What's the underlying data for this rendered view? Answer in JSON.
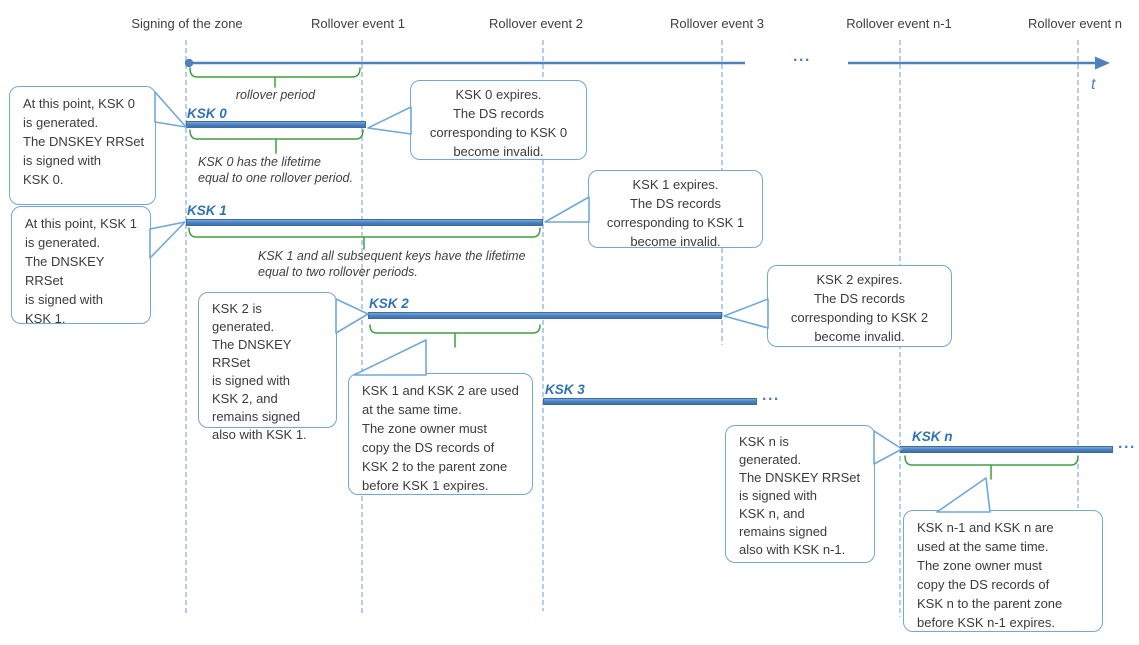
{
  "timeline": {
    "events": [
      "Signing of the zone",
      "Rollover event 1",
      "Rollover event 2",
      "Rollover event 3",
      "Rollover event n-1",
      "Rollover event n"
    ],
    "axis_label": "t",
    "ellipsis": "..."
  },
  "bars": {
    "ksk0": {
      "label": "KSK 0"
    },
    "ksk1": {
      "label": "KSK 1"
    },
    "ksk2": {
      "label": "KSK 2"
    },
    "ksk3": {
      "label": "KSK 3",
      "ellipsis": "..."
    },
    "kskn": {
      "label": "KSK n",
      "ellipsis": "..."
    }
  },
  "captions": {
    "rollover_period": "rollover period",
    "ksk0_lifetime": "KSK 0 has the lifetime\nequal to one rollover period.",
    "ksk1_lifetime": "KSK 1 and all subsequent keys have the lifetime\nequal to two rollover periods."
  },
  "callouts": {
    "ksk0_generated": "At this point, KSK 0\nis generated.\nThe DNSKEY RRSet\nis signed with\nKSK 0.",
    "ksk0_expires": "KSK 0 expires.\nThe DS records\ncorresponding to KSK 0\nbecome invalid.",
    "ksk1_generated": "At this point, KSK 1\nis generated.\nThe DNSKEY RRSet\nis signed with\nKSK 1.",
    "ksk1_expires": "KSK 1 expires.\nThe DS records\ncorresponding to KSK 1\nbecome invalid.",
    "ksk2_generated": "KSK 2 is\ngenerated.\nThe DNSKEY RRSet\nis signed with\nKSK 2, and\nremains signed\nalso with KSK 1.",
    "ksk2_expires": "KSK 2 expires.\nThe DS records\ncorresponding to KSK 2\nbecome invalid.",
    "ksk1_ksk2_overlap": "KSK 1 and KSK 2 are used\nat the same time.\nThe zone owner must\ncopy the DS records of\nKSK 2 to the parent zone\nbefore KSK 1 expires.",
    "kskn_generated": "KSK n is\ngenerated.\nThe DNSKEY RRSet\nis signed with\nKSK n, and\nremains signed\nalso with KSK n-1.",
    "kskn_overlap": "KSK n-1 and KSK n are\nused at the same time.\nThe zone owner must\ncopy the DS records of\nKSK n to the parent zone\nbefore KSK n-1 expires."
  },
  "colors": {
    "accent_blue": "#4f81bd",
    "bar_fill": "#4f86c6",
    "bar_border": "#3a6ca8",
    "dashed_guide": "#8ab4e8",
    "callout_border": "#6fa8dc",
    "ksk_label_blue": "#2e74b5",
    "brace_green": "#3fa13f",
    "text": "#404040"
  }
}
